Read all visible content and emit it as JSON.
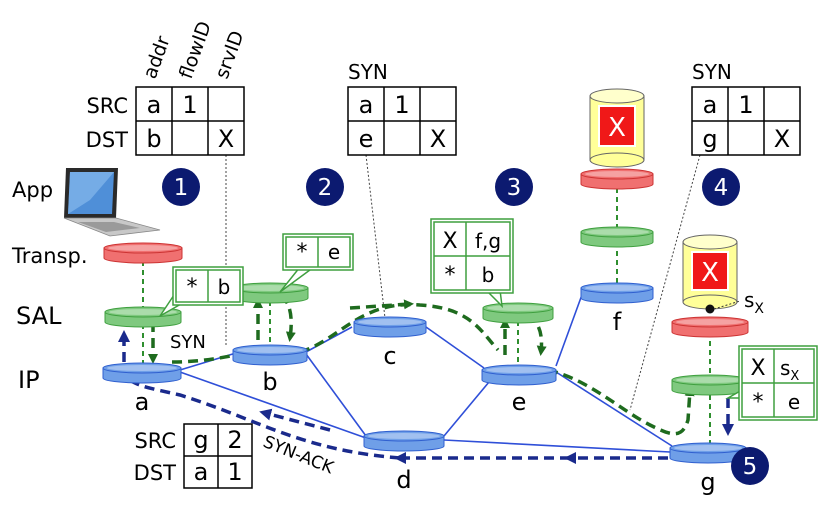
{
  "column_headers": [
    "addr",
    "flowID",
    "srvID"
  ],
  "row_labels": {
    "src": "SRC",
    "dst": "DST"
  },
  "packet1": {
    "src": [
      "a",
      "1",
      ""
    ],
    "dst": [
      "b",
      "",
      "X"
    ]
  },
  "packet2": {
    "title": "SYN",
    "src": [
      "a",
      "1",
      ""
    ],
    "dst": [
      "e",
      "",
      "X"
    ]
  },
  "packet4": {
    "title": "SYN",
    "src": [
      "a",
      "1",
      ""
    ],
    "dst": [
      "g",
      "",
      "X"
    ]
  },
  "packet_ack": {
    "src": [
      "g",
      "2"
    ],
    "dst": [
      "a",
      "1"
    ]
  },
  "steps": [
    "1",
    "2",
    "3",
    "4",
    "5"
  ],
  "layer_labels": {
    "app": "App",
    "transport": "Transp.",
    "sal": "SAL",
    "ip": "IP"
  },
  "nodes": [
    "a",
    "b",
    "c",
    "d",
    "e",
    "f",
    "g"
  ],
  "service_label": "X",
  "service_instance_label": "s",
  "service_instance_sub": "X",
  "syn_label": "SYN",
  "synack_label": "SYN-ACK",
  "service_table_a": [
    [
      "*",
      "b"
    ]
  ],
  "service_table_b": [
    [
      "*",
      "e"
    ]
  ],
  "service_table_e": [
    [
      "X",
      "f,g"
    ],
    [
      "*",
      "b"
    ]
  ],
  "service_table_g": [
    [
      "X",
      "s"
    ],
    [
      "*",
      "e"
    ]
  ],
  "service_table_g_sub": "X",
  "colors": {
    "ip": "#6f9fe8",
    "ip_stroke": "#2f5fcf",
    "sal": "#7fc97f",
    "sal_stroke": "#3f9f3f",
    "transport": "#f07070",
    "transport_stroke": "#cc3333",
    "service_box": "#f01818",
    "service_cyl": "#ffff99",
    "step_circle": "#0c1a70",
    "syn_path": "#1e6b1e",
    "ack_path": "#1a2a8c",
    "table_border": "#3f9f3f",
    "link": "#2f4fd8"
  }
}
